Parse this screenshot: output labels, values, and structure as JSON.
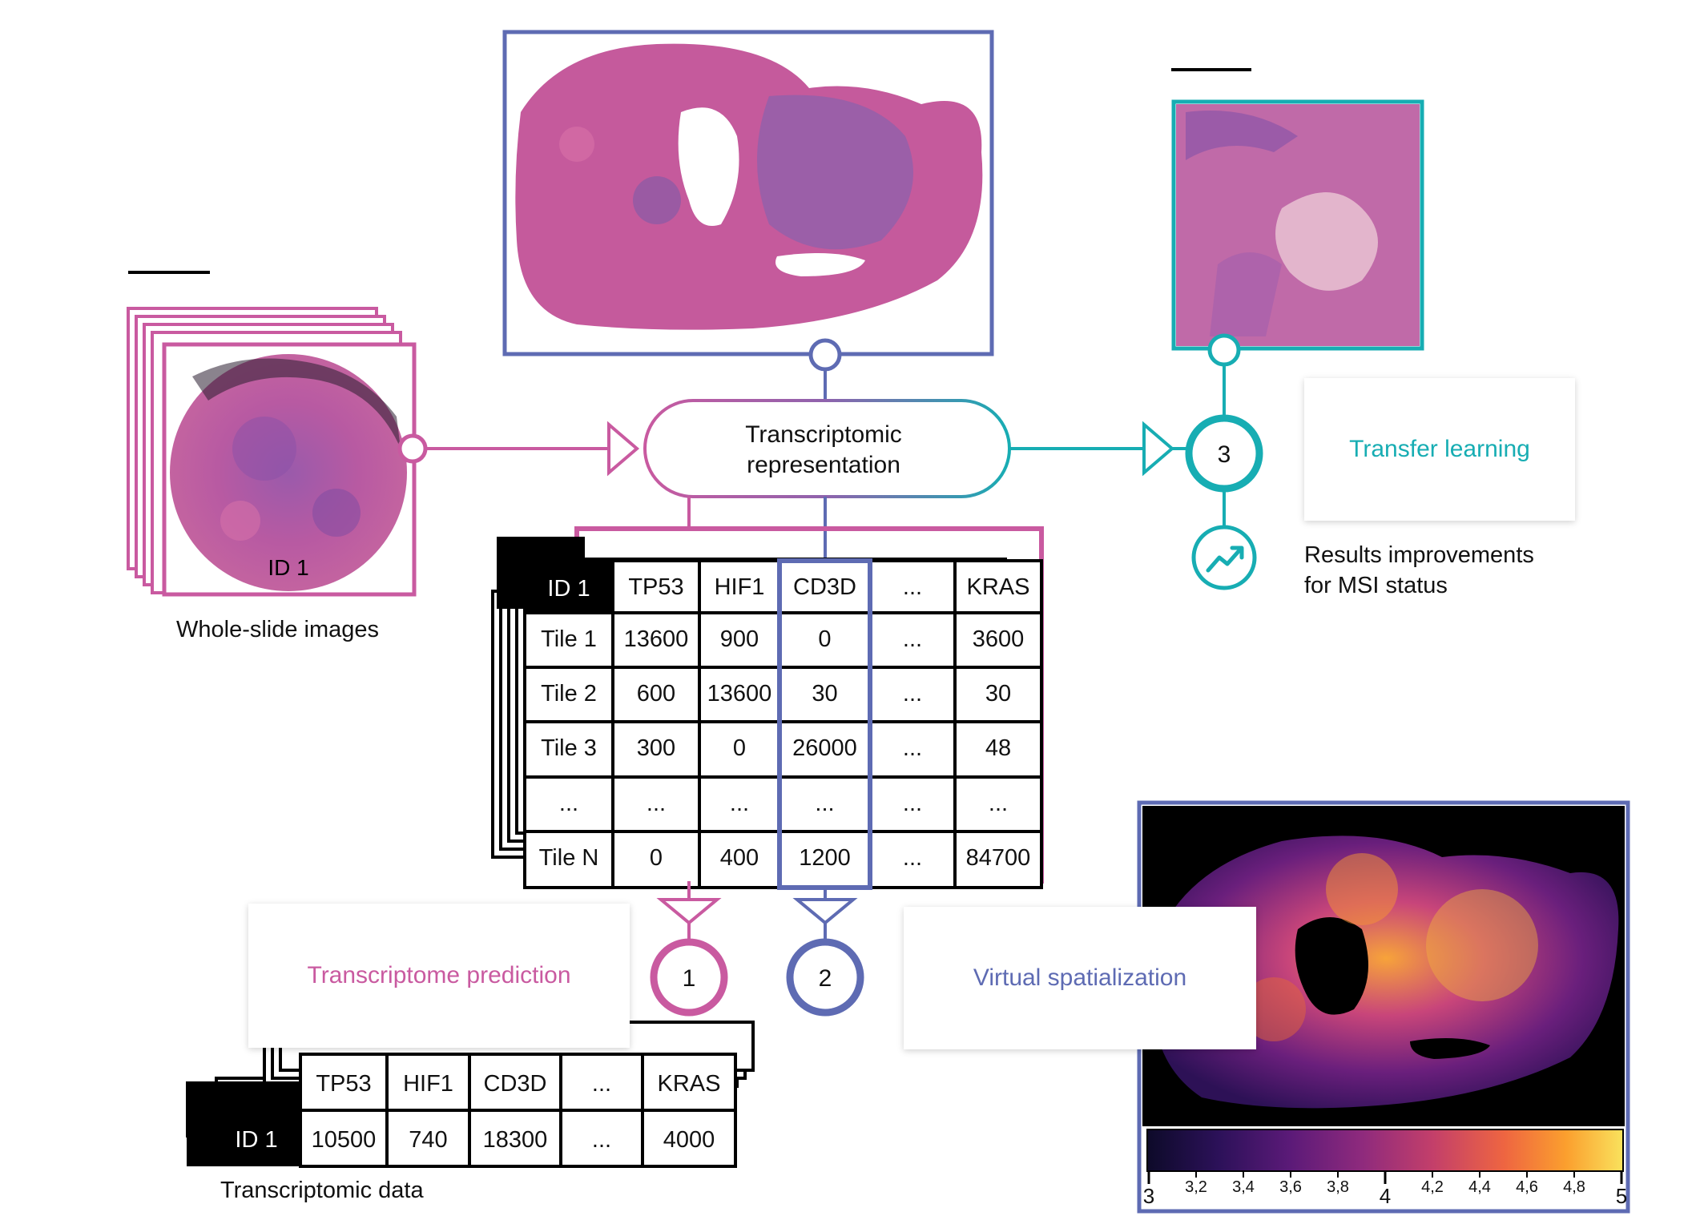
{
  "colors": {
    "pink": "#c95aa0",
    "blue": "#5e6bb3",
    "teal": "#17adb3",
    "black": "#000000"
  },
  "whole_slide": {
    "caption": "Whole-slide images",
    "id_label": "ID 1"
  },
  "center_node": {
    "line1": "Transcriptomic",
    "line2": "representation"
  },
  "main_table": {
    "corner": "ID 1",
    "headers": [
      "TP53",
      "HIF1",
      "CD3D",
      "...",
      "KRAS"
    ],
    "rows": [
      {
        "label": "Tile 1",
        "values": [
          "13600",
          "900",
          "0",
          "...",
          "3600"
        ]
      },
      {
        "label": "Tile 2",
        "values": [
          "600",
          "13600",
          "30",
          "...",
          "30"
        ]
      },
      {
        "label": "Tile 3",
        "values": [
          "300",
          "0",
          "26000",
          "...",
          "48"
        ]
      },
      {
        "label": "...",
        "values": [
          "...",
          "...",
          "...",
          "...",
          "..."
        ]
      },
      {
        "label": "Tile N",
        "values": [
          "0",
          "400",
          "1200",
          "...",
          "84700"
        ]
      }
    ]
  },
  "bottom_table": {
    "corner": "ID 1",
    "headers": [
      "TP53",
      "HIF1",
      "CD3D",
      "...",
      "KRAS"
    ],
    "values": [
      "10500",
      "740",
      "18300",
      "...",
      "4000"
    ],
    "caption": "Transcriptomic data"
  },
  "steps": {
    "step1": {
      "number": "1",
      "label": "Transcriptome prediction"
    },
    "step2": {
      "number": "2",
      "label": "Virtual spatialization"
    },
    "step3": {
      "number": "3",
      "label": "Transfer learning"
    },
    "step3_result_line1": "Results improvements",
    "step3_result_line2": "for MSI status"
  },
  "heatmap_colorbar": {
    "ticks": [
      "3",
      "3,2",
      "3,4",
      "3,6",
      "3,8",
      "4",
      "4,2",
      "4,4",
      "4,6",
      "4,8",
      "5"
    ]
  },
  "icons": {
    "improvement": "trending-up-icon"
  }
}
